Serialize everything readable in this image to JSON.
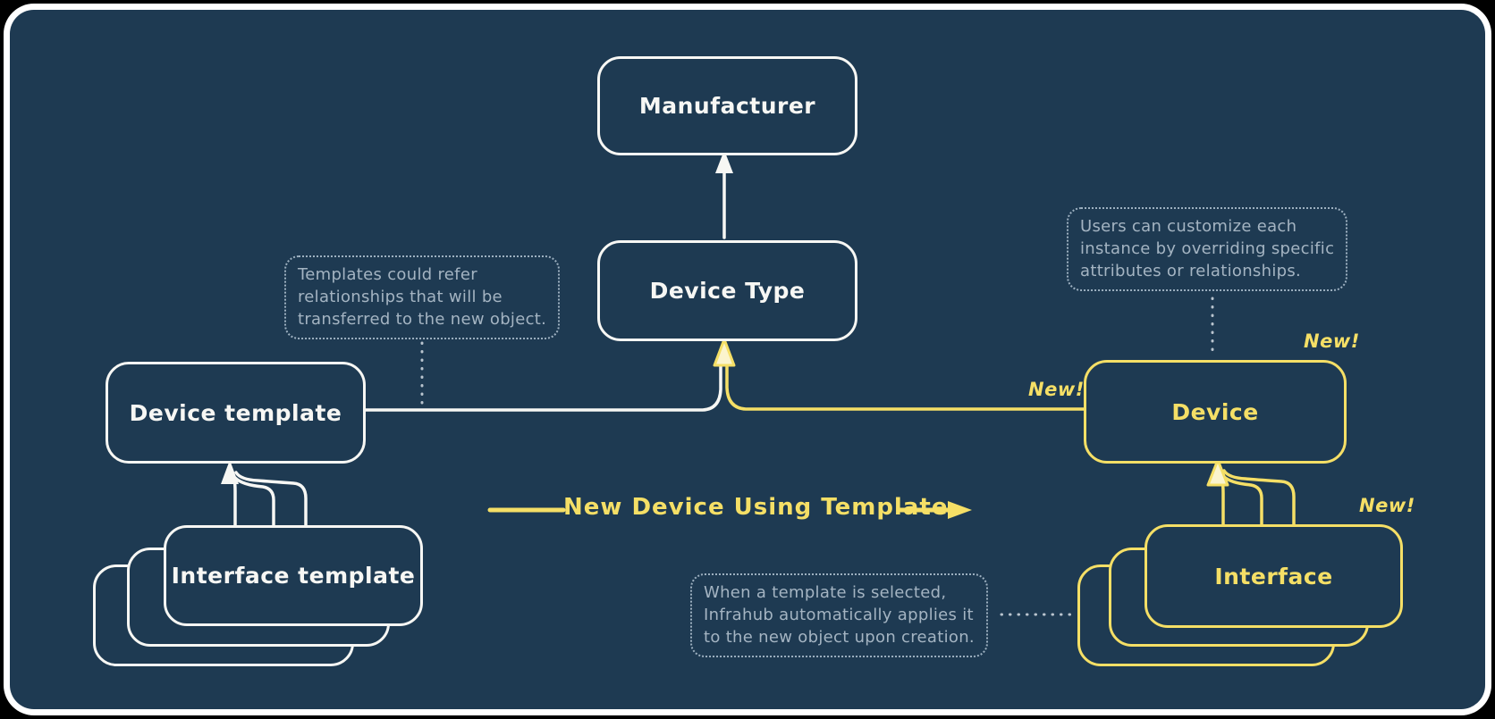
{
  "colors": {
    "background": "#1e3a52",
    "frame": "#ffffff",
    "white_ink": "#f7f7f4",
    "yellow_ink": "#f5df66",
    "note_ink": "#a4b4c2"
  },
  "nodes": {
    "manufacturer": {
      "label": "Manufacturer"
    },
    "device_type": {
      "label": "Device Type"
    },
    "device_template": {
      "label": "Device template"
    },
    "interface_template": {
      "label": "Interface template"
    },
    "device": {
      "label": "Device",
      "badge_top": "New!",
      "badge_line": "New!"
    },
    "interface": {
      "label": "Interface",
      "badge_top": "New!"
    }
  },
  "notes": {
    "templates": {
      "text": "Templates could refer\nrelationships that will be\ntransferred to the new object."
    },
    "customize": {
      "text": "Users can customize each\ninstance by overriding specific\nattributes or relationships."
    },
    "apply": {
      "text": "When a template is selected,\nInfrahub automatically applies it\nto the new object upon creation."
    }
  },
  "flow": {
    "label": "New Device Using Template"
  }
}
